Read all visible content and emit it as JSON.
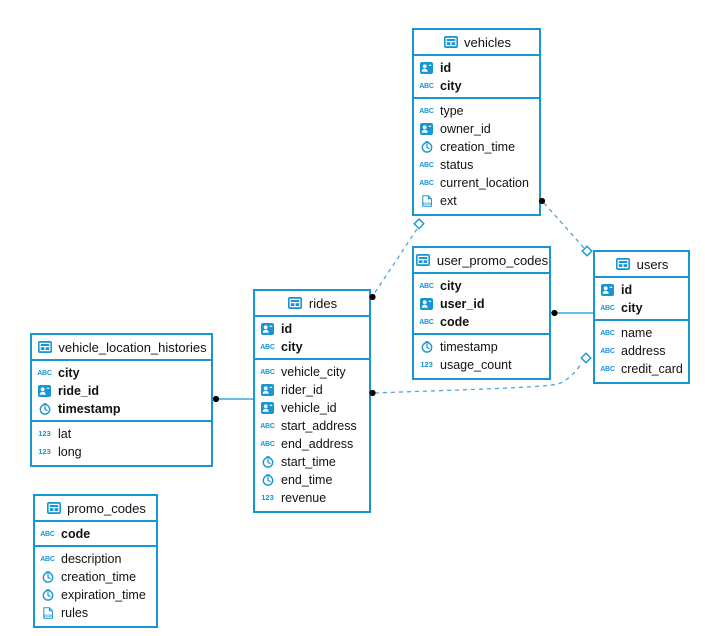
{
  "colors": {
    "accent": "#1697d4",
    "dashed_line": "#4da6d9",
    "connector_dot": "#000000",
    "table_background": "#ffffff",
    "text": "#111111"
  },
  "icon_labels": {
    "abc": "ABC",
    "num": "123",
    "json": "JSON"
  },
  "tables": [
    {
      "title": "vehicles",
      "primary_fields": [
        {
          "name": "id",
          "type": "user-id"
        },
        {
          "name": "city",
          "type": "abc"
        }
      ],
      "fields": [
        {
          "name": "type",
          "type": "abc"
        },
        {
          "name": "owner_id",
          "type": "user-id"
        },
        {
          "name": "creation_time",
          "type": "clock"
        },
        {
          "name": "status",
          "type": "abc"
        },
        {
          "name": "current_location",
          "type": "abc"
        },
        {
          "name": "ext",
          "type": "json"
        }
      ]
    },
    {
      "title": "user_promo_codes",
      "primary_fields": [
        {
          "name": "city",
          "type": "abc"
        },
        {
          "name": "user_id",
          "type": "user-id"
        },
        {
          "name": "code",
          "type": "abc"
        }
      ],
      "fields": [
        {
          "name": "timestamp",
          "type": "clock"
        },
        {
          "name": "usage_count",
          "type": "num"
        }
      ]
    },
    {
      "title": "users",
      "primary_fields": [
        {
          "name": "id",
          "type": "user-id"
        },
        {
          "name": "city",
          "type": "abc"
        }
      ],
      "fields": [
        {
          "name": "name",
          "type": "abc"
        },
        {
          "name": "address",
          "type": "abc"
        },
        {
          "name": "credit_card",
          "type": "abc"
        }
      ]
    },
    {
      "title": "rides",
      "primary_fields": [
        {
          "name": "id",
          "type": "user-id"
        },
        {
          "name": "city",
          "type": "abc"
        }
      ],
      "fields": [
        {
          "name": "vehicle_city",
          "type": "abc"
        },
        {
          "name": "rider_id",
          "type": "user-id"
        },
        {
          "name": "vehicle_id",
          "type": "user-id"
        },
        {
          "name": "start_address",
          "type": "abc"
        },
        {
          "name": "end_address",
          "type": "abc"
        },
        {
          "name": "start_time",
          "type": "clock"
        },
        {
          "name": "end_time",
          "type": "clock"
        },
        {
          "name": "revenue",
          "type": "num"
        }
      ]
    },
    {
      "title": "vehicle_location_histories",
      "primary_fields": [
        {
          "name": "city",
          "type": "abc"
        },
        {
          "name": "ride_id",
          "type": "user-id"
        },
        {
          "name": "timestamp",
          "type": "clock"
        }
      ],
      "fields": [
        {
          "name": "lat",
          "type": "num"
        },
        {
          "name": "long",
          "type": "num"
        }
      ]
    },
    {
      "title": "promo_codes",
      "primary_fields": [
        {
          "name": "code",
          "type": "abc"
        }
      ],
      "fields": [
        {
          "name": "description",
          "type": "abc"
        },
        {
          "name": "creation_time",
          "type": "clock"
        },
        {
          "name": "expiration_time",
          "type": "clock"
        },
        {
          "name": "rules",
          "type": "json"
        }
      ]
    }
  ],
  "connections": [
    {
      "from": "vehicle_location_histories",
      "to": "rides",
      "style": "solid",
      "dot_end": "vehicle_location_histories"
    },
    {
      "from": "user_promo_codes",
      "to": "users",
      "style": "solid",
      "dot_end": "user_promo_codes"
    },
    {
      "from": "rides",
      "to": "vehicles",
      "style": "dashed",
      "dot_end": "rides",
      "diamond_end": "vehicles"
    },
    {
      "from": "vehicles",
      "to": "users",
      "style": "dashed",
      "dot_end": "vehicles",
      "diamond_end": "users"
    },
    {
      "from": "rides",
      "to": "users",
      "style": "dashed",
      "dot_end": "rides",
      "diamond_end": "users"
    }
  ]
}
